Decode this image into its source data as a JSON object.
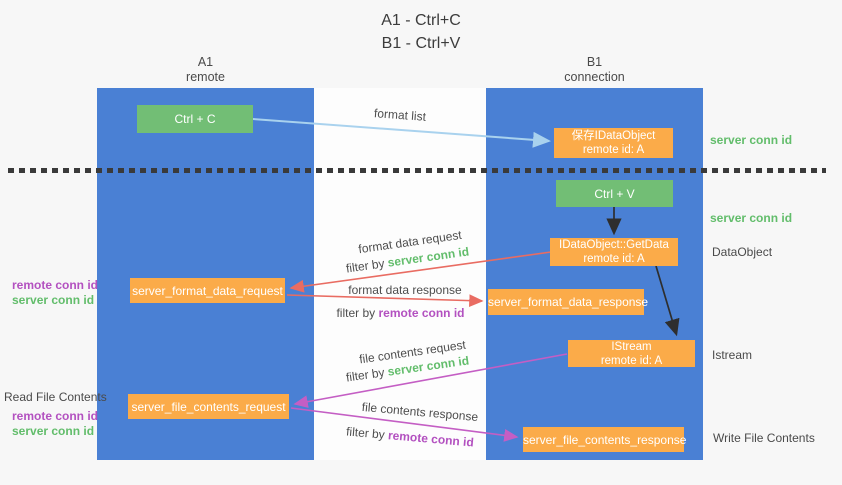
{
  "title": {
    "line1": "A1 - Ctrl+C",
    "line2": "B1 - Ctrl+V"
  },
  "lanes": {
    "a1": {
      "name": "A1",
      "subtitle": "remote"
    },
    "b1": {
      "name": "B1",
      "subtitle": "connection"
    }
  },
  "nodes": {
    "ctrl_c": {
      "label": "Ctrl + C"
    },
    "ctrl_v": {
      "label": "Ctrl + V"
    },
    "save_dataobject": {
      "line1": "保存IDataObject",
      "line2": "remote id: A"
    },
    "getdata": {
      "line1": "IDataObject::GetData",
      "line2": "remote id: A"
    },
    "istream_obj": {
      "line1": "IStream",
      "line2": "remote id: A"
    },
    "format_request": {
      "label": "server_format_data_request"
    },
    "format_response": {
      "label": "server_format_data_response"
    },
    "file_request": {
      "label": "server_file_contents_request"
    },
    "file_response": {
      "label": "server_file_contents_response"
    }
  },
  "edge_labels": {
    "format_list": "format list",
    "format_data_request": "format data request",
    "format_data_response": "format data response",
    "file_contents_request": "file contents request",
    "file_contents_response": "file contents response",
    "filter_by": "filter by",
    "server_conn_id": "server conn id",
    "remote_conn_id": "remote conn id"
  },
  "side_labels": {
    "server_conn_id_1": "server conn id",
    "server_conn_id_2": "server conn id",
    "dataobject": "DataObject",
    "istream": "Istream",
    "write_file_contents": "Write File Contents",
    "read_file_contents": "Read File Contents",
    "remote_conn_id_left_1": "remote conn id",
    "server_conn_id_left_1": "server conn id",
    "remote_conn_id_left_2": "remote conn id",
    "server_conn_id_left_2": "server conn id"
  },
  "colors": {
    "lane_blue": "#4a80d4",
    "node_green": "#72be75",
    "node_orange": "#fbab49",
    "arrow_red": "#e96c62",
    "arrow_magenta": "#c45ec4",
    "arrow_light_blue": "#a9d2ee",
    "arrow_black": "#2e2e2e",
    "label_green": "#62bd6b",
    "label_purple": "#b351c0"
  }
}
